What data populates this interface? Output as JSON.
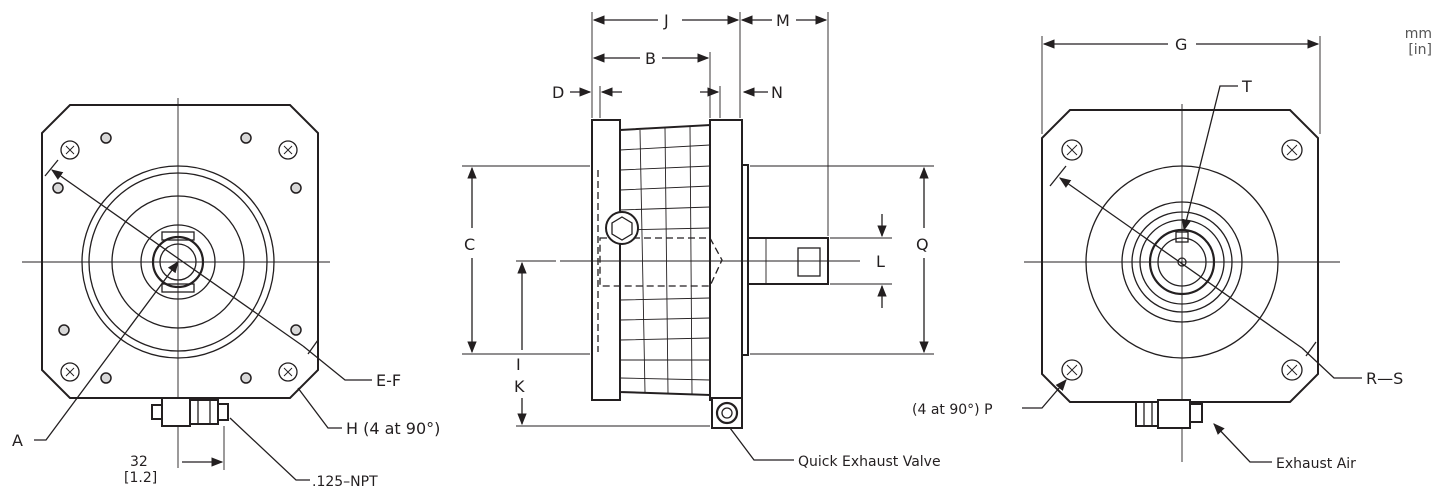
{
  "units": {
    "primary": "mm",
    "secondary": "[in]"
  },
  "labels": {
    "A": "A",
    "B": "B",
    "C": "C",
    "D": "D",
    "EF": "E-F",
    "G": "G",
    "H": "H (4 at 90°)",
    "I": "I",
    "J": "J",
    "K": "K",
    "L": "L",
    "M": "M",
    "N": "N",
    "P": "(4 at 90°) P",
    "Q": "Q",
    "RS": "R—S",
    "T": "T"
  },
  "dimension_32": {
    "mm": "32",
    "in": "[1.2]"
  },
  "callouts": {
    "npt": ".125–NPT",
    "quick_exhaust": "Quick Exhaust Valve",
    "exhaust_air": "Exhaust Air"
  },
  "colors": {
    "line": "#231f20",
    "fill": "#ffffff",
    "hatch": "#d8d8d8"
  }
}
